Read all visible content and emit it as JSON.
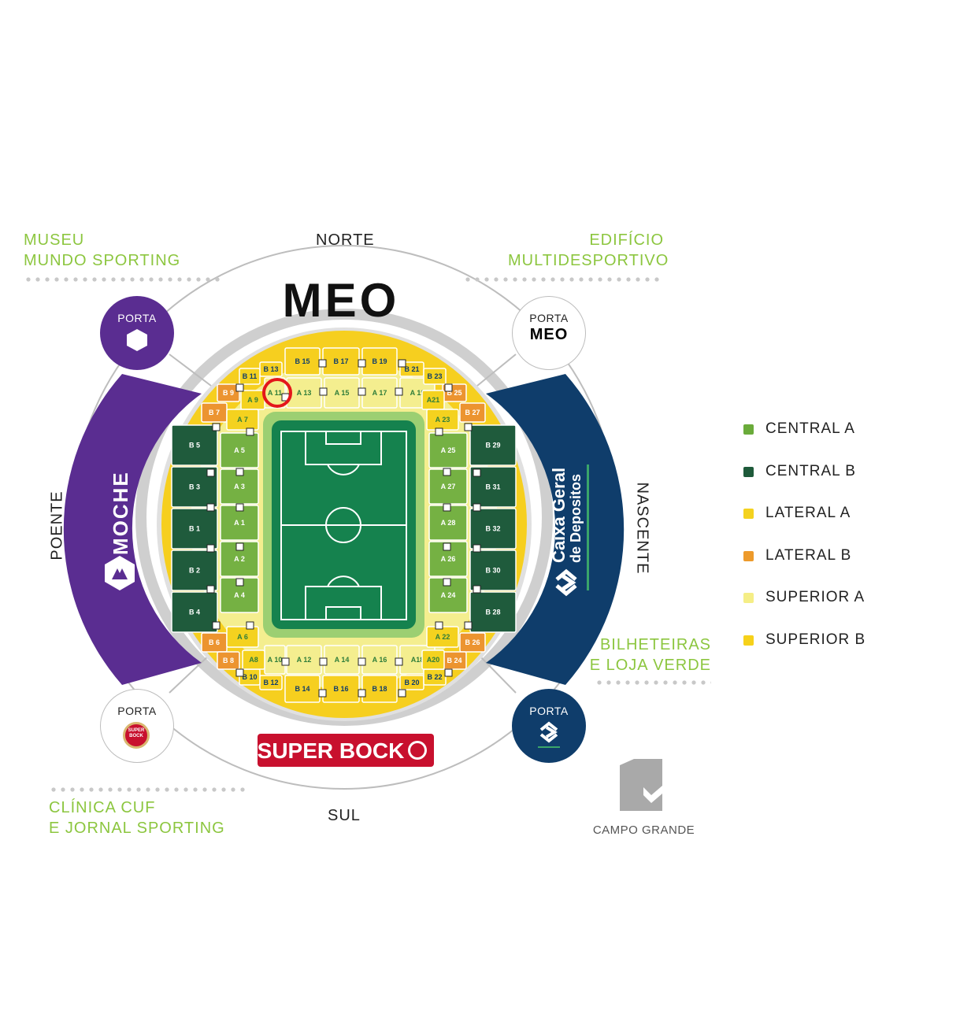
{
  "directions": {
    "north": "NORTE",
    "south": "SUL",
    "west": "POENTE",
    "east": "NASCENTE"
  },
  "landmarks": {
    "top_left": "MUSEU\nMUNDO SPORTING",
    "top_right": "EDIFÍCIO\nMULTIDESPORTIVO",
    "bottom_left": "CLÍNICA CUF\nE JORNAL SPORTING",
    "bottom_right": "BILHETEIRAS\nE LOJA VERDE",
    "metro": "CAMPO GRANDE"
  },
  "sponsors": {
    "north": "MEO",
    "west": "MOCHE",
    "east_line1": "Caixa Geral",
    "east_line2": "de Depositos",
    "south": "SUPER BOCK",
    "super_bock_badge": "SUPER\nBOCK"
  },
  "gates": {
    "nw": "PORTA",
    "ne": "PORTA",
    "sw": "PORTA",
    "se": "PORTA"
  },
  "gate_brands": {
    "ne": "MEO"
  },
  "legend": [
    {
      "label": "CENTRAL A",
      "color": "#6aab3a"
    },
    {
      "label": "CENTRAL B",
      "color": "#1e5a3a"
    },
    {
      "label": "LATERAL A",
      "color": "#f4d21f"
    },
    {
      "label": "LATERAL B",
      "color": "#ed9a2b"
    },
    {
      "label": "SUPERIOR A",
      "color": "#f5ee86"
    },
    {
      "label": "SUPERIOR B",
      "color": "#f6d11a"
    }
  ],
  "colors": {
    "central_a": "#75b143",
    "central_b": "#1f5b3c",
    "lateral_a": "#f4d21f",
    "lateral_b": "#ec9430",
    "superior_a": "#f4ee8f",
    "superior_b": "#f6cf1f",
    "moche_purple": "#5a2d91",
    "cgd_blue": "#0f3d6b",
    "pitch_green": "#15824e",
    "super_bock_red": "#c8102e",
    "label_green": "#8cc63f",
    "highlight": "#e3171b"
  },
  "sectors": {
    "north_b": [
      "B 13",
      "B 15",
      "B 17",
      "B 19",
      "B 21"
    ],
    "north_a": [
      "A 11",
      "A 13",
      "A 15",
      "A 17",
      "A 19"
    ],
    "south_a": [
      "A 10",
      "A 12",
      "A 14",
      "A 16",
      "A18"
    ],
    "south_b": [
      "B 12",
      "B 14",
      "B 16",
      "B 18",
      "B 20"
    ],
    "west_a": [
      "A 5",
      "A 3",
      "A 1",
      "A 2",
      "A 4"
    ],
    "west_b": [
      "B 5",
      "B 3",
      "B 1",
      "B 2",
      "B 4"
    ],
    "east_a": [
      "A 25",
      "A 27",
      "A 28",
      "A 26",
      "A 24"
    ],
    "east_b": [
      "B 29",
      "B 31",
      "B 32",
      "B 30",
      "B 28"
    ],
    "nw_corner": [
      "B 11",
      "B 9",
      "B 7",
      "A 9",
      "A 7"
    ],
    "ne_corner": [
      "B 23",
      "B 25",
      "B 27",
      "A21",
      "A 23"
    ],
    "sw_corner": [
      "B 6",
      "B 8",
      "B 10",
      "A 6",
      "A8"
    ],
    "se_corner": [
      "B 26",
      "B 24",
      "B 22",
      "A 22",
      "A20"
    ]
  },
  "highlighted_sector": "A 11"
}
